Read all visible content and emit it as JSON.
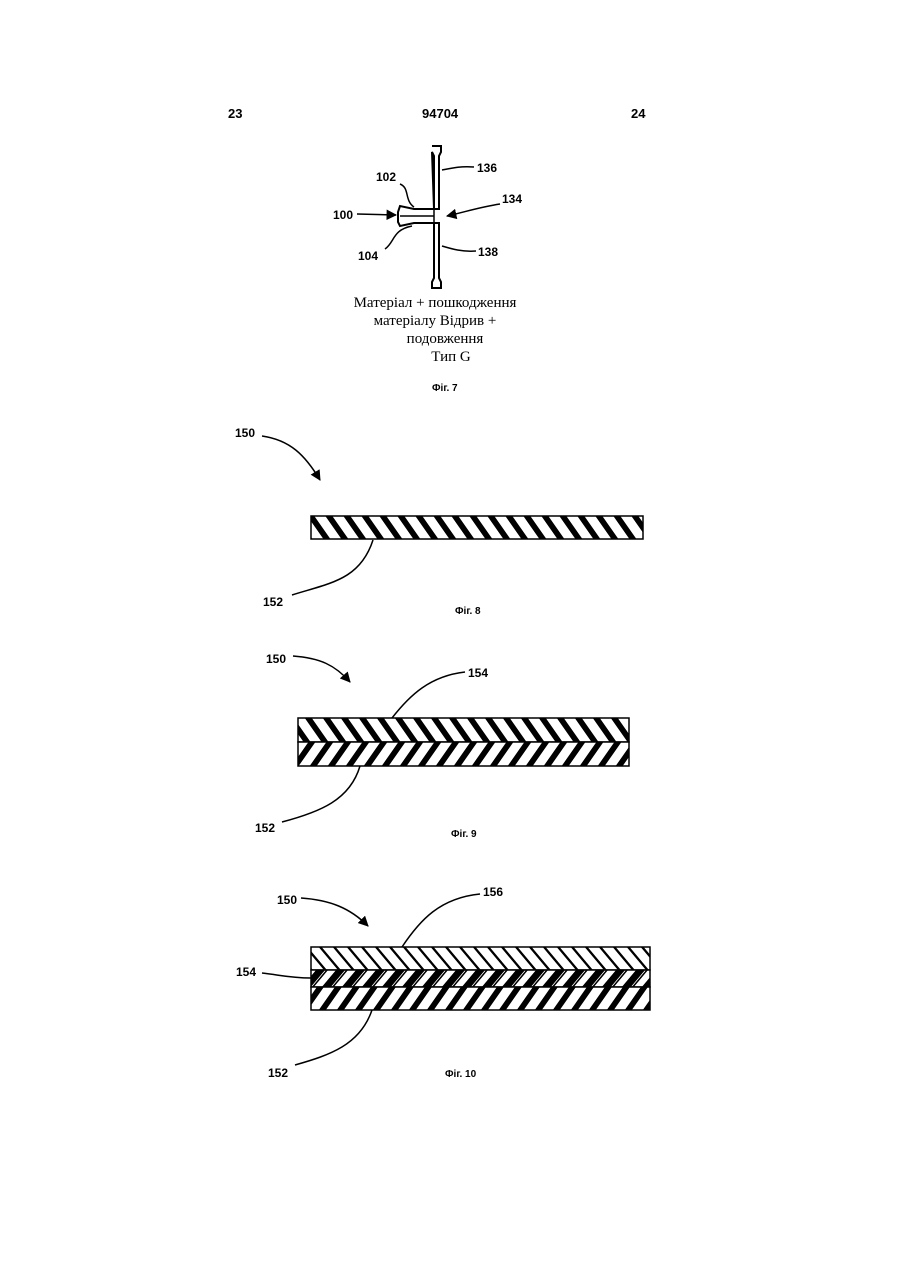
{
  "header": {
    "page_left": "23",
    "doc_number": "94704",
    "page_right": "24"
  },
  "fig7": {
    "refs": {
      "r136": "136",
      "r102": "102",
      "r100": "100",
      "r134": "134",
      "r104": "104",
      "r138": "138"
    },
    "caption": {
      "line1": "Матеріал + пошкодження",
      "line2": "матеріалу   Відрив +",
      "line3": "подовження",
      "line4": "Тип G"
    },
    "label": "Фіг. 7"
  },
  "fig8": {
    "refs": {
      "r150": "150",
      "r152": "152"
    },
    "label": "Фіг. 8"
  },
  "fig9": {
    "refs": {
      "r150": "150",
      "r154": "154",
      "r152": "152"
    },
    "label": "Фіг. 9"
  },
  "fig10": {
    "refs": {
      "r150": "150",
      "r156": "156",
      "r154": "154",
      "r152": "152"
    },
    "label": "Фіг. 10"
  }
}
